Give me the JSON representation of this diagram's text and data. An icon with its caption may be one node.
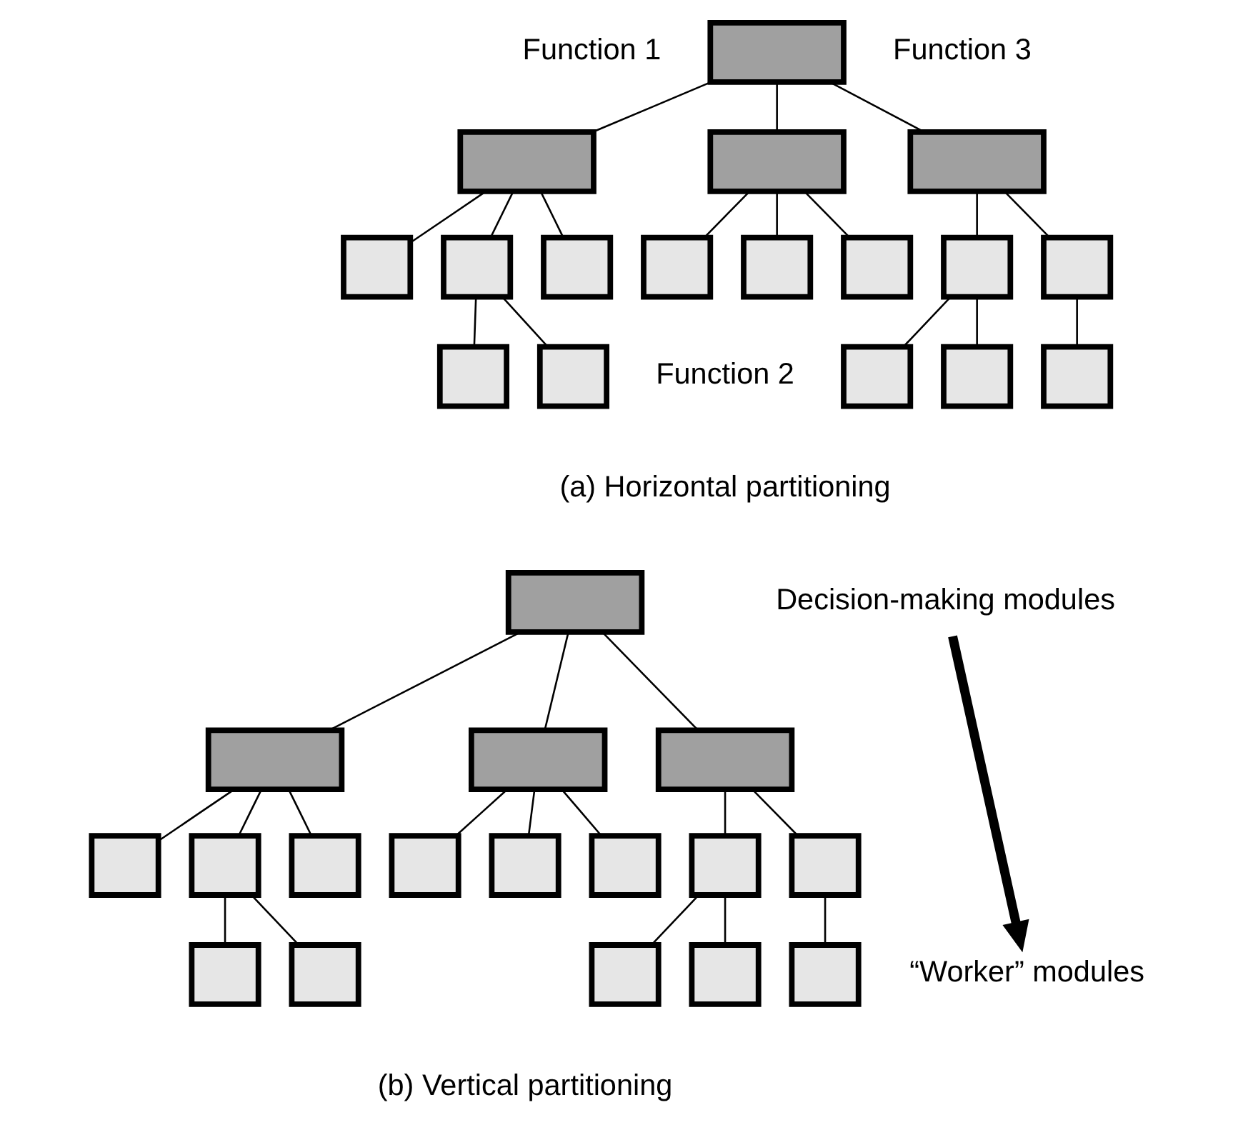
{
  "diagram": {
    "nodes": [
      {
        "text": [],
        "shape": "box"
      },
      {
        "text": [],
        "shape": "box"
      },
      {
        "text": [],
        "shape": "box"
      },
      {
        "text": [],
        "shape": "box"
      },
      {
        "text": [],
        "shape": "box"
      },
      {
        "text": [],
        "shape": "box"
      },
      {
        "text": [],
        "shape": "box"
      },
      {
        "text": [],
        "shape": "box"
      },
      {
        "text": [],
        "shape": "box"
      },
      {
        "text": [],
        "shape": "box"
      },
      {
        "text": [],
        "shape": "box"
      },
      {
        "text": [],
        "shape": "box"
      },
      {
        "text": [],
        "shape": "box"
      },
      {
        "text": [],
        "shape": "box"
      },
      {
        "text": [],
        "shape": "box"
      },
      {
        "text": [],
        "shape": "box"
      },
      {
        "text": [],
        "shape": "box"
      },
      {
        "text": [],
        "shape": "box"
      },
      {
        "text": [],
        "shape": "box"
      },
      {
        "text": [],
        "shape": "box"
      },
      {
        "text": [],
        "shape": "box"
      },
      {
        "text": [],
        "shape": "box"
      },
      {
        "text": [],
        "shape": "box"
      },
      {
        "text": [],
        "shape": "box"
      },
      {
        "text": [],
        "shape": "box"
      },
      {
        "text": [],
        "shape": "box"
      },
      {
        "text": [],
        "shape": "box"
      },
      {
        "text": [],
        "shape": "box"
      },
      {
        "text": [],
        "shape": "box"
      },
      {
        "text": [],
        "shape": "box"
      },
      {
        "text": [],
        "shape": "box"
      },
      {
        "text": [],
        "shape": "box"
      },
      {
        "text": [],
        "shape": "box"
      },
      {
        "text": [],
        "shape": "box"
      },
      {
        "text": [
          "Decision-making modules"
        ]
      },
      {
        "text": [
          "“Worker” modules"
        ]
      }
    ],
    "edges": [
      {
        "from": 0,
        "to": 1,
        "arrow": "none"
      },
      {
        "from": 0,
        "to": 2,
        "arrow": "none"
      },
      {
        "from": 0,
        "to": 3,
        "arrow": "none"
      },
      {
        "from": 1,
        "to": 4,
        "arrow": "none"
      },
      {
        "from": 1,
        "to": 5,
        "arrow": "none"
      },
      {
        "from": 1,
        "to": 6,
        "arrow": "none"
      },
      {
        "from": 2,
        "to": 7,
        "arrow": "none"
      },
      {
        "from": 2,
        "to": 8,
        "arrow": "none"
      },
      {
        "from": 2,
        "to": 9,
        "arrow": "none"
      },
      {
        "from": 3,
        "to": 10,
        "arrow": "none"
      },
      {
        "from": 3,
        "to": 11,
        "arrow": "none"
      },
      {
        "from": 5,
        "to": 12,
        "arrow": "none"
      },
      {
        "from": 5,
        "to": 13,
        "arrow": "none"
      },
      {
        "from": 10,
        "to": 14,
        "arrow": "none"
      },
      {
        "from": 10,
        "to": 15,
        "arrow": "none"
      },
      {
        "from": 11,
        "to": 16,
        "arrow": "none"
      },
      {
        "from": 17,
        "to": 18,
        "arrow": "none"
      },
      {
        "from": 17,
        "to": 19,
        "arrow": "none"
      },
      {
        "from": 17,
        "to": 20,
        "arrow": "none"
      },
      {
        "from": 18,
        "to": 21,
        "arrow": "none"
      },
      {
        "from": 18,
        "to": 22,
        "arrow": "none"
      },
      {
        "from": 18,
        "to": 23,
        "arrow": "none"
      },
      {
        "from": 19,
        "to": 24,
        "arrow": "none"
      },
      {
        "from": 19,
        "to": 25,
        "arrow": "none"
      },
      {
        "from": 19,
        "to": 26,
        "arrow": "none"
      },
      {
        "from": 20,
        "to": 27,
        "arrow": "none"
      },
      {
        "from": 20,
        "to": 28,
        "arrow": "none"
      },
      {
        "from": 22,
        "to": 29,
        "arrow": "none"
      },
      {
        "from": 22,
        "to": 30,
        "arrow": "none"
      },
      {
        "from": 27,
        "to": 31,
        "arrow": "none"
      },
      {
        "from": 27,
        "to": 32,
        "arrow": "none"
      },
      {
        "from": 28,
        "to": 33,
        "arrow": "none"
      },
      {
        "from": 34,
        "to": 35,
        "arrow": "to",
        "style": "thick"
      }
    ],
    "labels": [
      "Function 1",
      "Function 3",
      "Function 2",
      "(a) Horizontal partitioning",
      "(b) Vertical partitioning"
    ]
  }
}
